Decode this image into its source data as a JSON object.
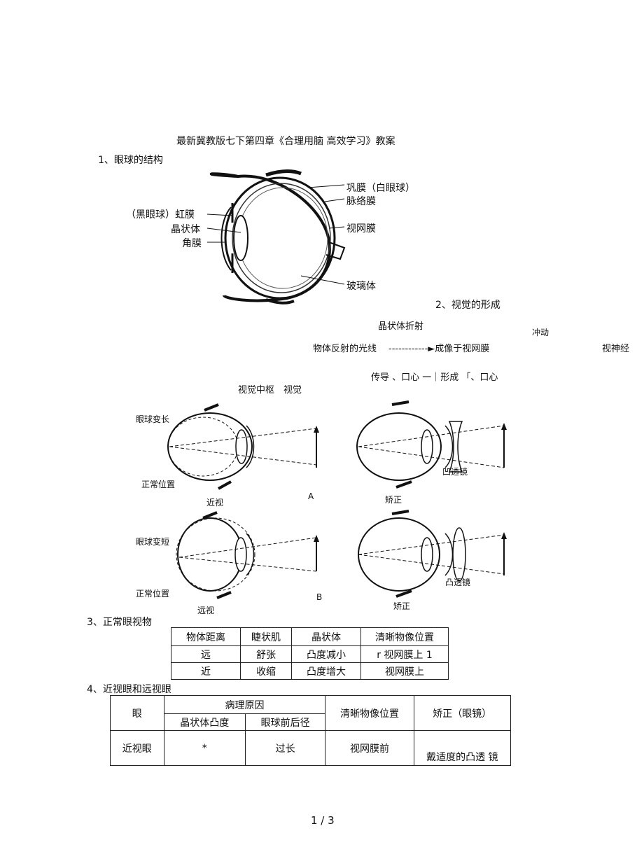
{
  "doc": {
    "title": "最新冀教版七下第四章《合理用脑 高效学习》教案",
    "page": "1 / 3"
  },
  "s1": {
    "heading": "1、眼球的结构",
    "labels": {
      "sclera": "巩膜（白眼球）",
      "choroid": "脉络膜",
      "retina": "视网膜",
      "vitreous": "玻璃体",
      "iris": "（黑眼球）虹膜",
      "lens": "晶状体",
      "cornea": "角膜"
    }
  },
  "s2": {
    "heading": "2、视觉的形成",
    "refraction": "晶状体折射",
    "impulse": "冲动",
    "start": "物体反射的光线",
    "arrow": "------------►成像于视网膜",
    "nerve": "视神经",
    "line2": "传导 、口心 一｜形成 「、口心",
    "line3": "视觉中枢　视觉",
    "fig": {
      "myopia": {
        "elongated": "眼球变长",
        "normal": "正常位置",
        "caption": "近视",
        "corrected": "矫正",
        "lens": "凹透镜",
        "tag": "A"
      },
      "hyperopia": {
        "shortened": "眼球变短",
        "normal": "正常位置",
        "caption": "远视",
        "corrected": "矫正",
        "lens": "凸透镜",
        "tag": "B"
      }
    }
  },
  "s3": {
    "heading": "3、正常眼视物",
    "headers": [
      "物体距离",
      "睫状肌",
      "晶状体",
      "清晰物像位置"
    ],
    "rows": [
      [
        "远",
        "舒张",
        "凸度减小",
        "r 视网膜上 1"
      ],
      [
        "近",
        "收缩",
        "凸度增大",
        "视网膜上"
      ]
    ]
  },
  "s4": {
    "heading": "4、近视眼和远视眼",
    "col_eye": "眼",
    "col_cause": "病理原因",
    "col_lens": "晶状体凸度",
    "col_axis": "眼球前后径",
    "col_image": "清晰物像位置",
    "col_fix": "矫正（眼镜）",
    "row": {
      "eye": "近视眼",
      "lens": "*",
      "axis": "过长",
      "image": "视网膜前",
      "fix": "戴适度的凸透 镜"
    }
  }
}
